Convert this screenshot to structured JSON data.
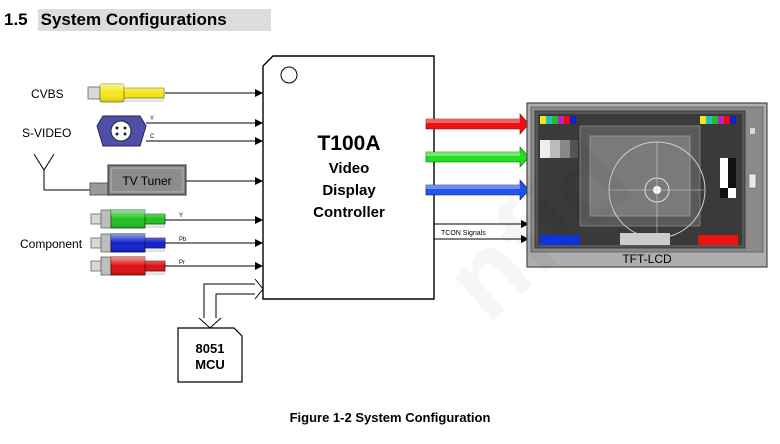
{
  "section": {
    "number": "1.5",
    "title": "System Configurations"
  },
  "diagram": {
    "inputs": {
      "cvbs": "CVBS",
      "svideo": "S-VIDEO",
      "svideo_y": "Y",
      "svideo_c": "C",
      "tv_tuner": "TV Tuner",
      "component": "Component",
      "comp_y": "Y",
      "comp_pb": "Pb",
      "comp_pr": "Pr"
    },
    "controller": {
      "name": "T100A",
      "line1": "Video",
      "line2": "Display",
      "line3": "Controller"
    },
    "tcon_label": "TCON Signals",
    "mcu": {
      "line1": "8051",
      "line2": "MCU"
    },
    "display_label": "TFT-LCD",
    "colors": {
      "red": "#ee1111",
      "green": "#22dd22",
      "blue": "#2255ee",
      "yellow": "#f5e61a",
      "svideo": "#4f4fa6",
      "component_y": "#22c022",
      "component_pb": "#1122cc",
      "component_pr": "#dd1111"
    }
  },
  "figure_caption": "Figure 1-2 System Configuration"
}
